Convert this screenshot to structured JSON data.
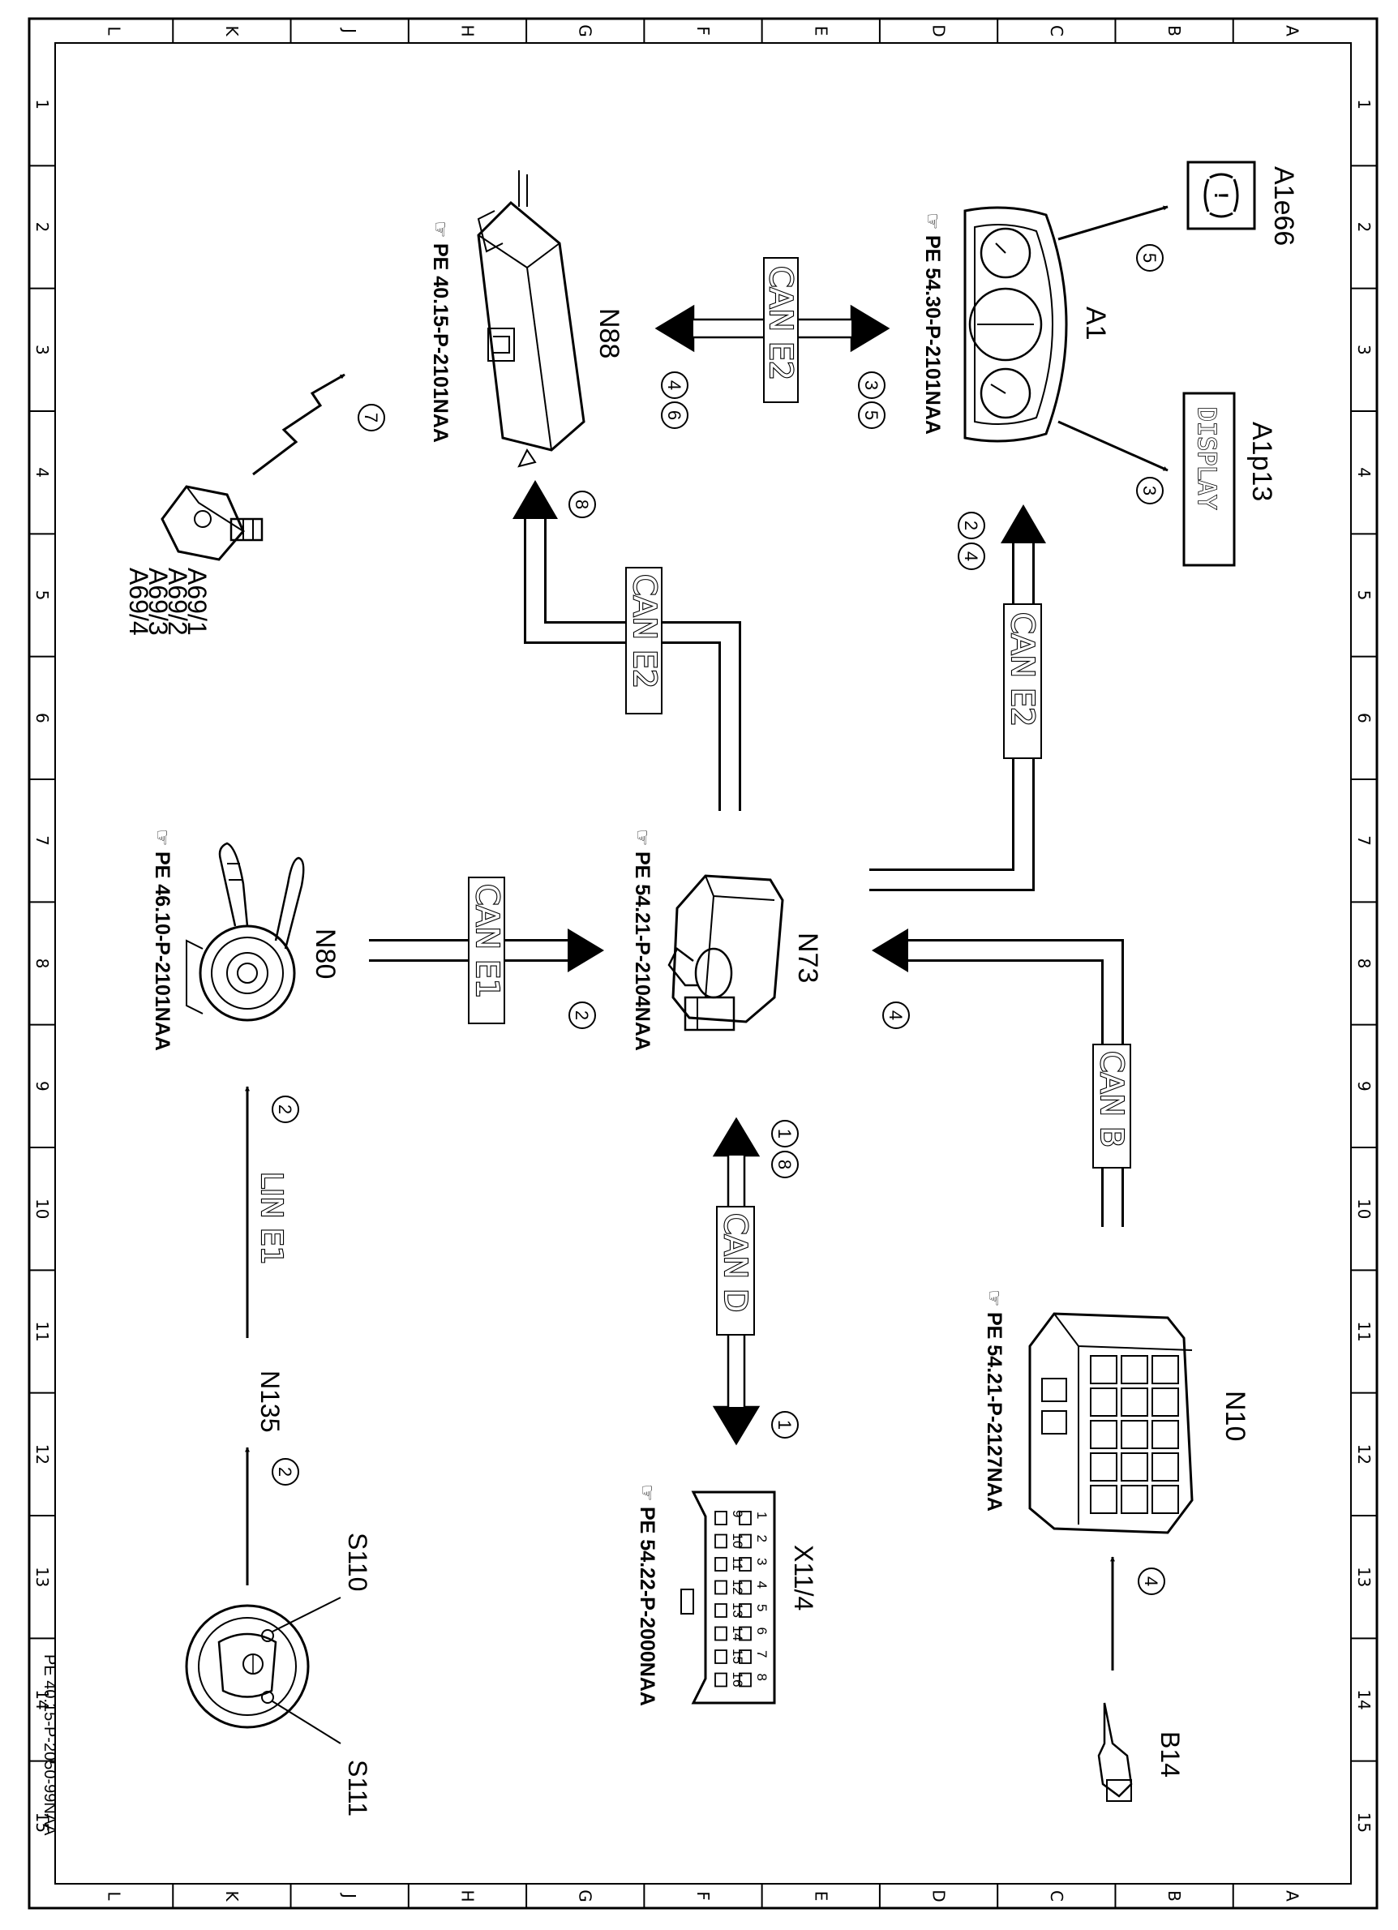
{
  "grid": {
    "columns": [
      "L",
      "K",
      "J",
      "H",
      "G",
      "F",
      "E",
      "D",
      "C",
      "B",
      "A"
    ],
    "rows": [
      "1",
      "2",
      "3",
      "4",
      "5",
      "6",
      "7",
      "8",
      "9",
      "10",
      "11",
      "12",
      "13",
      "14",
      "15"
    ]
  },
  "document_id": "PE 40.15-P-2050-99NAA",
  "components": {
    "a1e66": {
      "label": "A1e66"
    },
    "a1": {
      "label": "A1",
      "ref": "PE 54.30-P-2101NAA"
    },
    "a1p13": {
      "label": "A1p13",
      "display_text": "DISPLAY"
    },
    "n88": {
      "label": "N88",
      "ref": "PE 40.15-P-2101NAA"
    },
    "a69": {
      "label1": "A69/1",
      "label2": "A69/2",
      "label3": "A69/3",
      "label4": "A69/4"
    },
    "n73": {
      "label": "N73",
      "ref": "PE 54.21-P-2104NAA"
    },
    "n80": {
      "label": "N80",
      "ref": "PE 46.10-P-2101NAA"
    },
    "n10": {
      "label": "N10",
      "ref": "PE 54.21-P-2127NAA"
    },
    "x11_4": {
      "label": "X11/4",
      "ref": "PE 54.22-P-2000NAA",
      "pins_top": [
        "1",
        "2",
        "3",
        "4",
        "5",
        "6",
        "7",
        "8"
      ],
      "pins_bottom": [
        "9",
        "10",
        "11",
        "12",
        "13",
        "14",
        "15",
        "16"
      ]
    },
    "n135": {
      "label": "N135"
    },
    "s110": {
      "label": "S110"
    },
    "s111": {
      "label": "S111"
    },
    "b14": {
      "label": "B14"
    }
  },
  "buses": {
    "can_e2_top": "CAN E2",
    "can_e2_right": "CAN E2",
    "can_e2_mid": "CAN E2",
    "can_e1": "CAN E1",
    "can_b": "CAN B",
    "can_d": "CAN D",
    "lin_e1": "LIN E1"
  },
  "steps": {
    "s_a1e66": "5",
    "s_a1p13": "3",
    "s_top_right_1": "3",
    "s_top_right_2": "5",
    "s_top_left_1": "4",
    "s_top_left_2": "6",
    "s_radio": "7",
    "s_n88_in": "8",
    "s_a1_in_1": "2",
    "s_a1_in_2": "4",
    "s_n73_from_n80": "2",
    "s_n73_from_n10": "4",
    "s_cand_1": "1",
    "s_cand_2": "8",
    "s_x11": "1",
    "s_lin_n80": "2",
    "s_lin_s110": "2",
    "s_b14": "4"
  }
}
